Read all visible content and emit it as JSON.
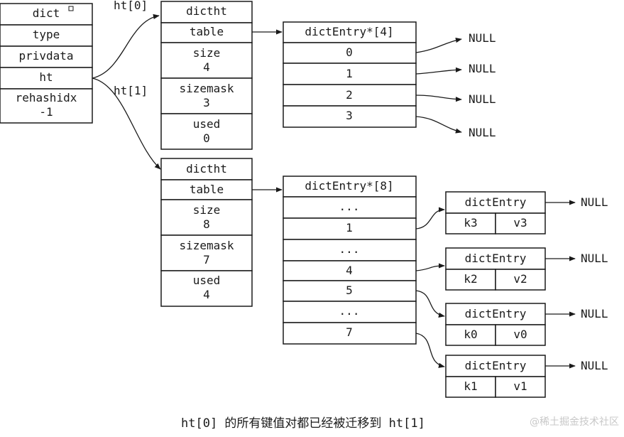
{
  "dict": {
    "cells": [
      "dict",
      "type",
      "privdata",
      "ht",
      "rehashidx",
      "-1"
    ]
  },
  "labels": {
    "ht0": "ht[0]",
    "ht1": "ht[1]"
  },
  "ht0": {
    "rows": [
      "dictht",
      "table",
      "size",
      "4",
      "sizemask",
      "3",
      "used",
      "0"
    ]
  },
  "ht1": {
    "rows": [
      "dictht",
      "table",
      "size",
      "8",
      "sizemask",
      "7",
      "used",
      "4"
    ]
  },
  "table0": {
    "header": "dictEntry*[4]",
    "slots": [
      "0",
      "1",
      "2",
      "3"
    ]
  },
  "table1": {
    "header": "dictEntry*[8]",
    "slots": [
      "...",
      "1",
      "...",
      "4",
      "5",
      "...",
      "7"
    ]
  },
  "null_text": "NULL",
  "entries": [
    {
      "title": "dictEntry",
      "key": "k3",
      "value": "v3"
    },
    {
      "title": "dictEntry",
      "key": "k2",
      "value": "v2"
    },
    {
      "title": "dictEntry",
      "key": "k0",
      "value": "v0"
    },
    {
      "title": "dictEntry",
      "key": "k1",
      "value": "v1"
    }
  ],
  "caption": "ht[0] 的所有键值对都已经被迁移到 ht[1]",
  "watermark": "@稀土掘金技术社区"
}
